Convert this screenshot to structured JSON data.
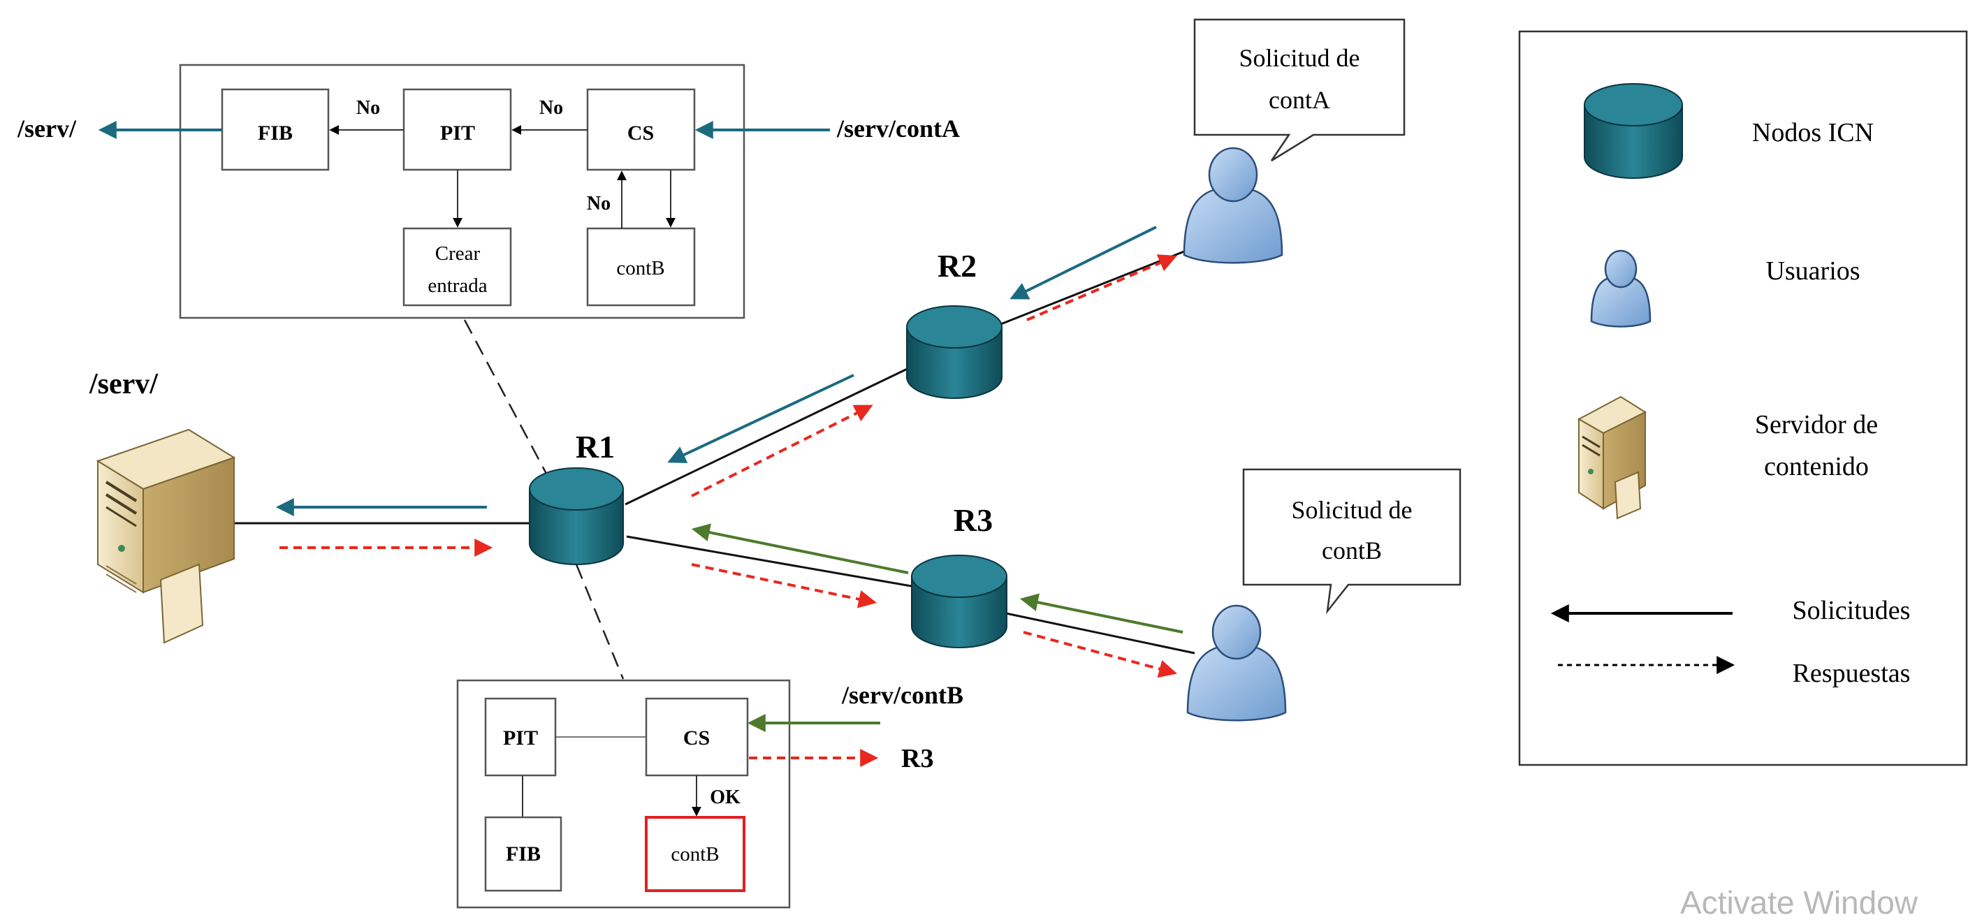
{
  "top_box": {
    "fib": "FIB",
    "pit": "PIT",
    "cs": "CS",
    "crear_line1": "Crear",
    "crear_line2": "entrada",
    "contb": "contB",
    "no_fib": "No",
    "no_pit": "No",
    "no_cs": "No"
  },
  "labels": {
    "serv_out": "/serv/",
    "serv_conta": "/serv/contA",
    "serv_server": "/serv/",
    "r1": "R1",
    "r2": "R2",
    "r3": "R3",
    "serv_contb": "/serv/contB",
    "r3_reply": "R3"
  },
  "bubbles": {
    "a_line1": "Solicitud de",
    "a_line2": "contA",
    "b_line1": "Solicitud de",
    "b_line2": "contB"
  },
  "bottom_box": {
    "pit": "PIT",
    "cs": "CS",
    "fib": "FIB",
    "contb": "contB",
    "ok": "OK"
  },
  "legend": {
    "nodes": "Nodos ICN",
    "users": "Usuarios",
    "server_line1": "Servidor de",
    "server_line2": "contenido",
    "requests": "Solicitudes",
    "responses": "Respuestas"
  },
  "watermark": "Activate Window",
  "colors": {
    "request_teal": "#1c6a80",
    "request_green": "#4e7a2c",
    "response_red": "#e8281e",
    "node_teal": "#1f6f7e",
    "user_blue": "#8fb6e3",
    "server_tan": "#e6d4a8",
    "cache_hit": "#e02020"
  }
}
